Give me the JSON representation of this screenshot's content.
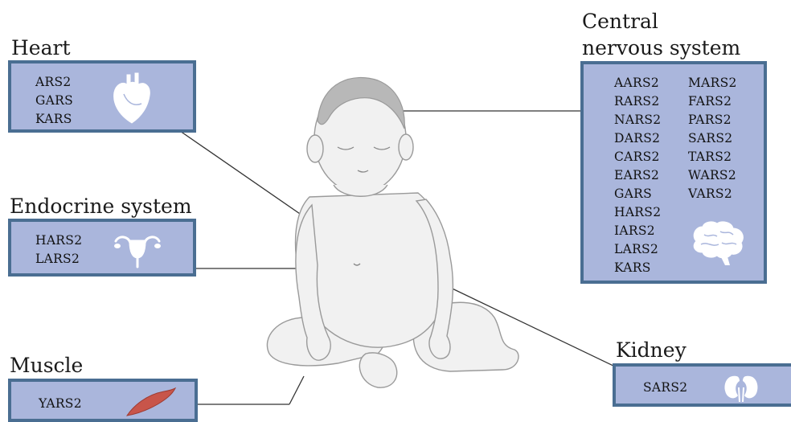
{
  "heart": {
    "title": "Heart",
    "genes": [
      "ARS2",
      "GARS",
      "KARS"
    ],
    "icon": "heart-icon"
  },
  "endocrine": {
    "title": "Endocrine system",
    "genes": [
      "HARS2",
      "LARS2"
    ],
    "icon": "uterus-icon"
  },
  "muscle": {
    "title": "Muscle",
    "genes": [
      "YARS2"
    ],
    "icon": "muscle-icon"
  },
  "cns": {
    "title_line1": "Central",
    "title_line2": "nervous system",
    "genes_col1": [
      "AARS2",
      "RARS2",
      "NARS2",
      "DARS2",
      "CARS2",
      "EARS2",
      "GARS",
      "HARS2",
      "IARS2",
      "LARS2",
      "KARS"
    ],
    "genes_col2": [
      "MARS2",
      "FARS2",
      "PARS2",
      "SARS2",
      "TARS2",
      "WARS2",
      "VARS2"
    ],
    "icon": "brain-icon"
  },
  "kidney": {
    "title": "Kidney",
    "genes": [
      "SARS2"
    ],
    "icon": "kidney-icon"
  },
  "colors": {
    "box_fill": "#aab6dc",
    "box_border": "#4a6e92",
    "muscle": "#c8554a"
  }
}
